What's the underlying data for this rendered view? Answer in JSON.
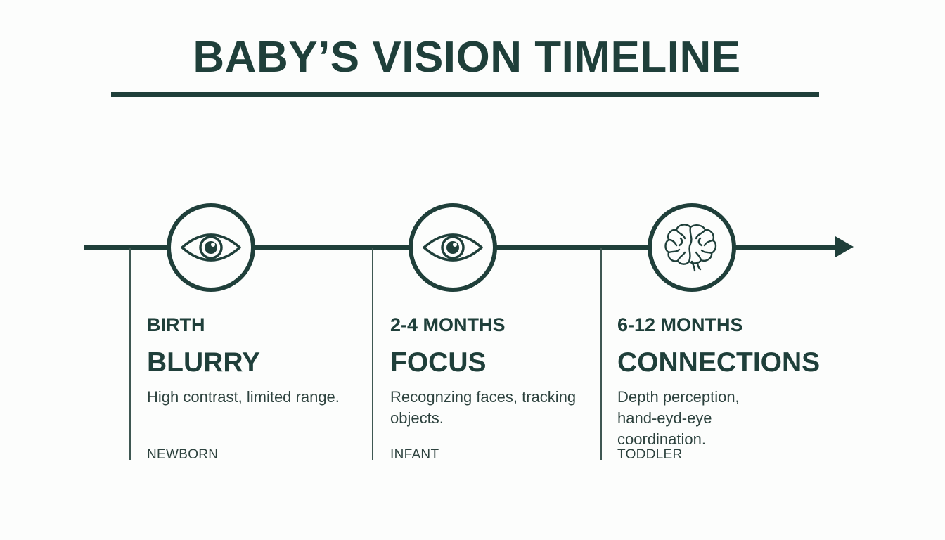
{
  "title": "BABY’S VISION TIMELINE",
  "colors": {
    "primary": "#1f3f3a",
    "background": "#fcfdfc",
    "text": "#2d423e"
  },
  "stages": [
    {
      "icon": "eye-icon",
      "age": "BIRTH",
      "title": "BLURRY",
      "description": "High contrast, limited range.",
      "category": "NEWBORN"
    },
    {
      "icon": "eye-icon",
      "age": "2-4 MONTHS",
      "title": "FOCUS",
      "description": "Recognzing faces, tracking objects.",
      "category": "INFANT"
    },
    {
      "icon": "brain-icon",
      "age": "6-12 MONTHS",
      "title": "CONNECTIONS",
      "description": "Depth perception, hand-eyd-eye coordination.",
      "category": "TODDLER"
    }
  ]
}
